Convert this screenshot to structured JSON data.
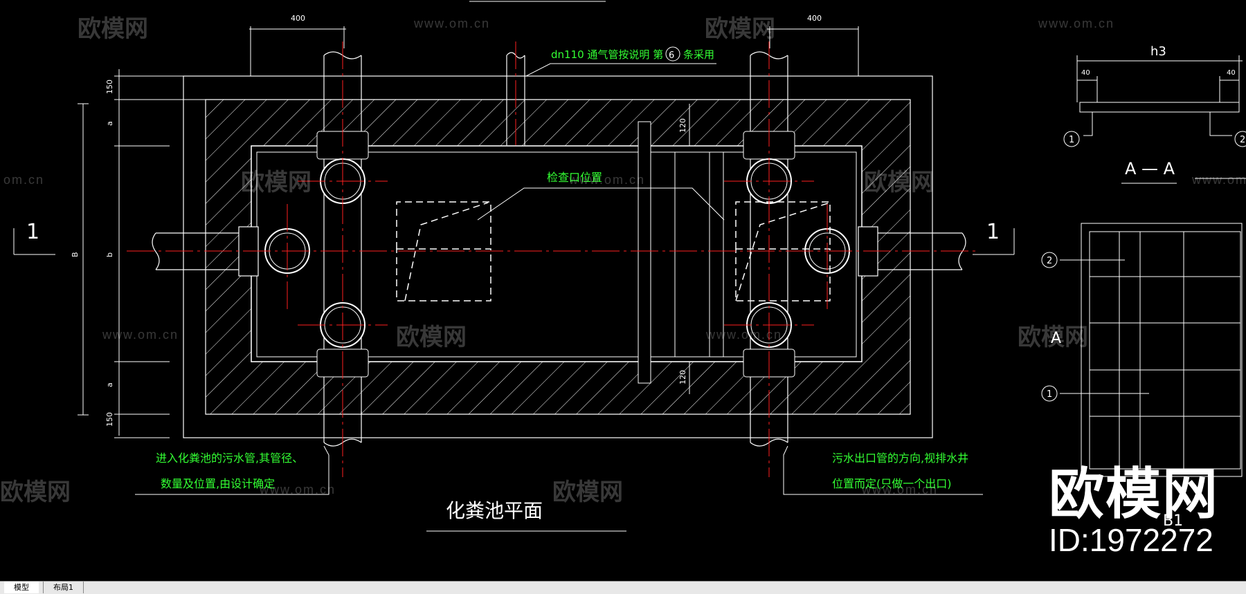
{
  "drawing": {
    "dim_top_left": "400",
    "dim_top_right": "400",
    "dim_150_top": "150",
    "dim_a_top": "a",
    "dim_B": "B",
    "dim_b": "b",
    "dim_a_bottom": "a",
    "dim_150_bottom": "150",
    "dim_120_top": "120",
    "dim_120_bottom": "120",
    "vent_note_pre": "dn110    通气管按说明  第",
    "vent_note_num": "6",
    "vent_note_post": "条采用",
    "inspect_label": "检查口位置",
    "section_mark_left": "1",
    "section_mark_right": "1",
    "inlet_note_1": "进入化粪池的污水管,其管径、",
    "inlet_note_2": "数量及位置,由设计确定",
    "outlet_note_1": "污水出口管的方向,视排水井",
    "outlet_note_2": "位置而定(只做一个出口)",
    "plan_title": "化粪池平面",
    "detail_h3": "h3",
    "detail_40_left": "40",
    "detail_40_right": "40",
    "callout_1a": "1",
    "callout_2a": "2",
    "section_aa": "A — A",
    "callout_2b": "2",
    "callout_1b": "1",
    "label_A": "A",
    "label_B1": "B1"
  },
  "watermark": {
    "brand_cn": "欧模网",
    "url": "www.om.cn",
    "url_short": "om.cn",
    "cn_partial": "欧模网",
    "brand_big": "欧模网",
    "id_text": "ID:1972272"
  },
  "tabs": [
    {
      "label": "模型",
      "active": true
    },
    {
      "label": "布局1",
      "active": false
    }
  ],
  "colors": {
    "background": "#000000",
    "lines": "#ffffff",
    "centerline": "#ff0000",
    "annotation": "#00ff00"
  }
}
